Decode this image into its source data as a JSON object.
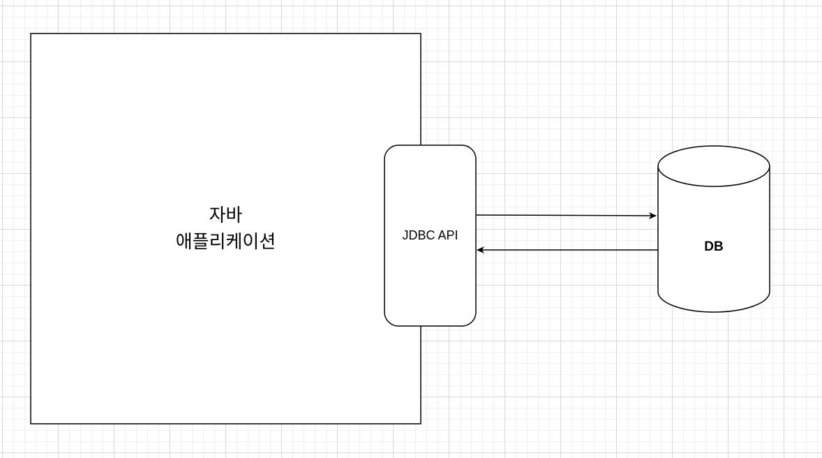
{
  "diagram": {
    "app_box": {
      "line1": "자바",
      "line2": "애플리케이션"
    },
    "jdbc_box": {
      "label": "JDBC API"
    },
    "database": {
      "label": "DB"
    },
    "connectors": [
      {
        "from": "jdbc-api",
        "to": "db",
        "direction": "request"
      },
      {
        "from": "db",
        "to": "jdbc-api",
        "direction": "response"
      }
    ],
    "colors": {
      "stroke": "#000000",
      "fill": "#ffffff",
      "grid": "#d9d9d9"
    }
  }
}
